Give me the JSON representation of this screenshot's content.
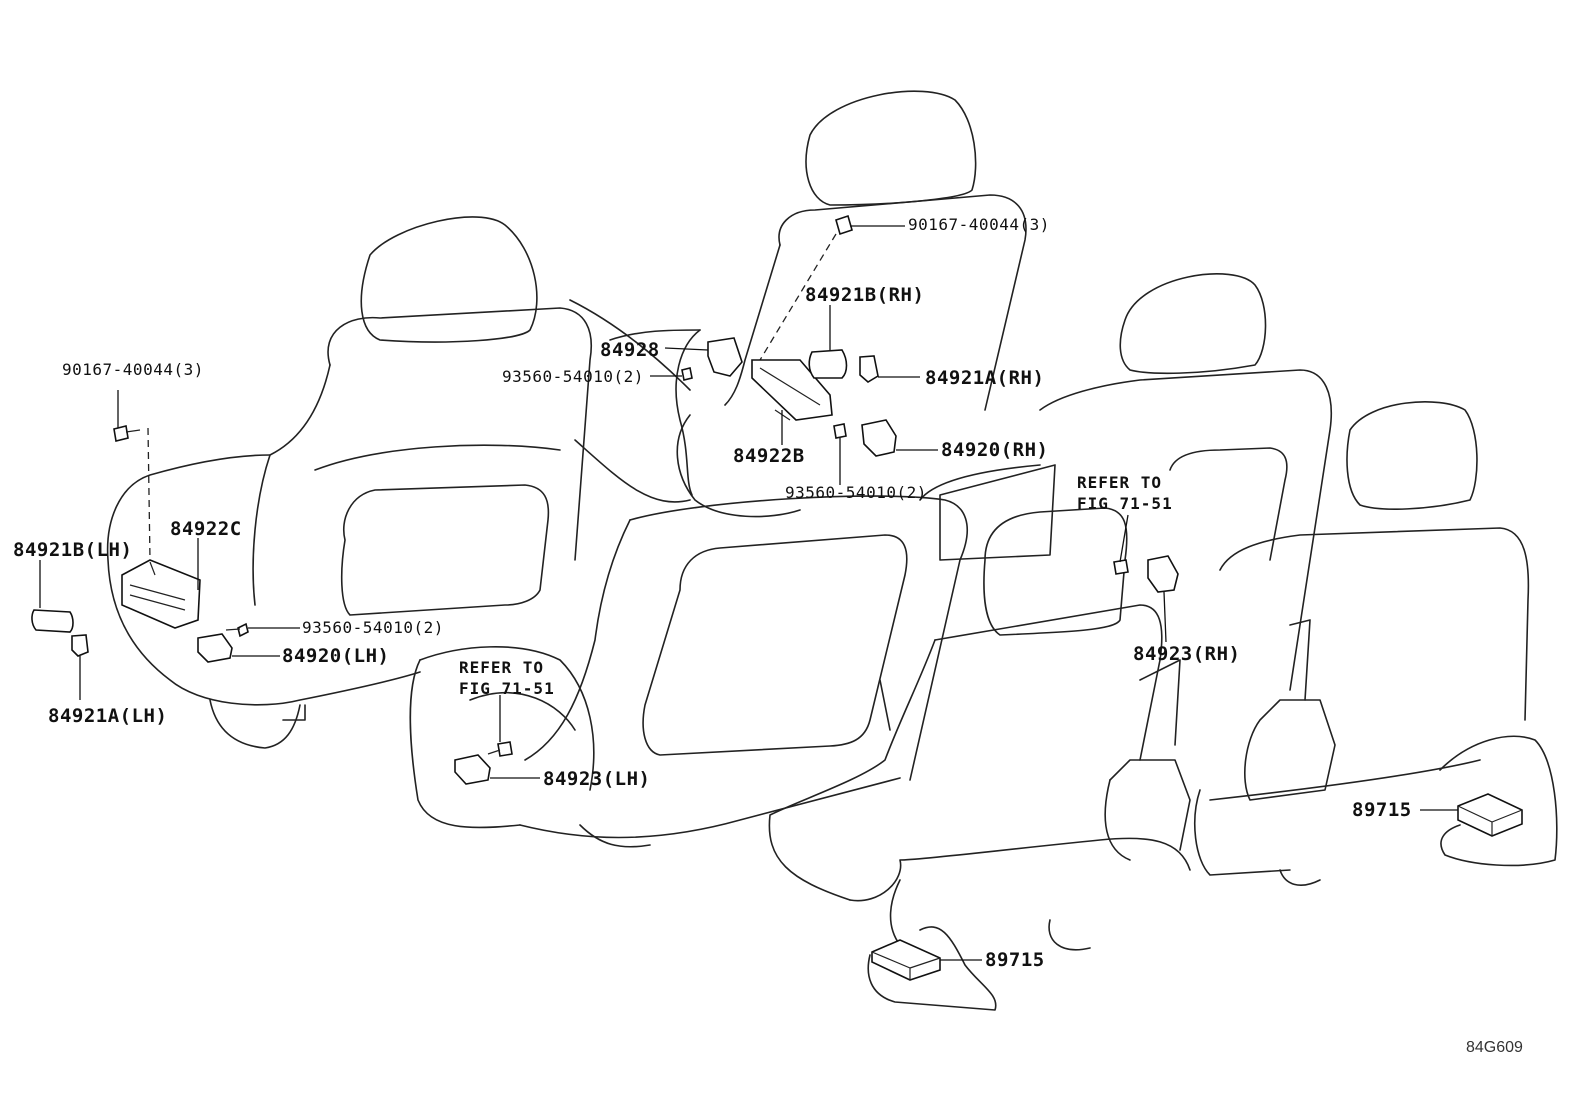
{
  "labels": {
    "bolt_rh_top": "90167-40044(3)",
    "sensor_b_rh": "84921B(RH)",
    "part_84928": "84928",
    "screw_rh_a": "93560-54010(2)",
    "sensor_a_rh": "84921A(RH)",
    "switch_b": "84922B",
    "switch_rh": "84920(RH)",
    "screw_rh_b": "93560-54010(2)",
    "bolt_lh_top": "90167-40044(3)",
    "switch_c": "84922C",
    "sensor_b_lh": "84921B(LH)",
    "screw_lh": "93560-54010(2)",
    "switch_lh": "84920(LH)",
    "sensor_a_lh": "84921A(LH)",
    "refer_lh_1": "REFER TO",
    "refer_lh_2": "FIG 71-51",
    "sensor_lh_84923": "84923(LH)",
    "refer_rh_1": "REFER TO",
    "refer_rh_2": "FIG 71-51",
    "sensor_rh_84923": "84923(RH)",
    "ecu_right": "89715",
    "ecu_bottom": "89715",
    "diagram_code": "84G609"
  }
}
